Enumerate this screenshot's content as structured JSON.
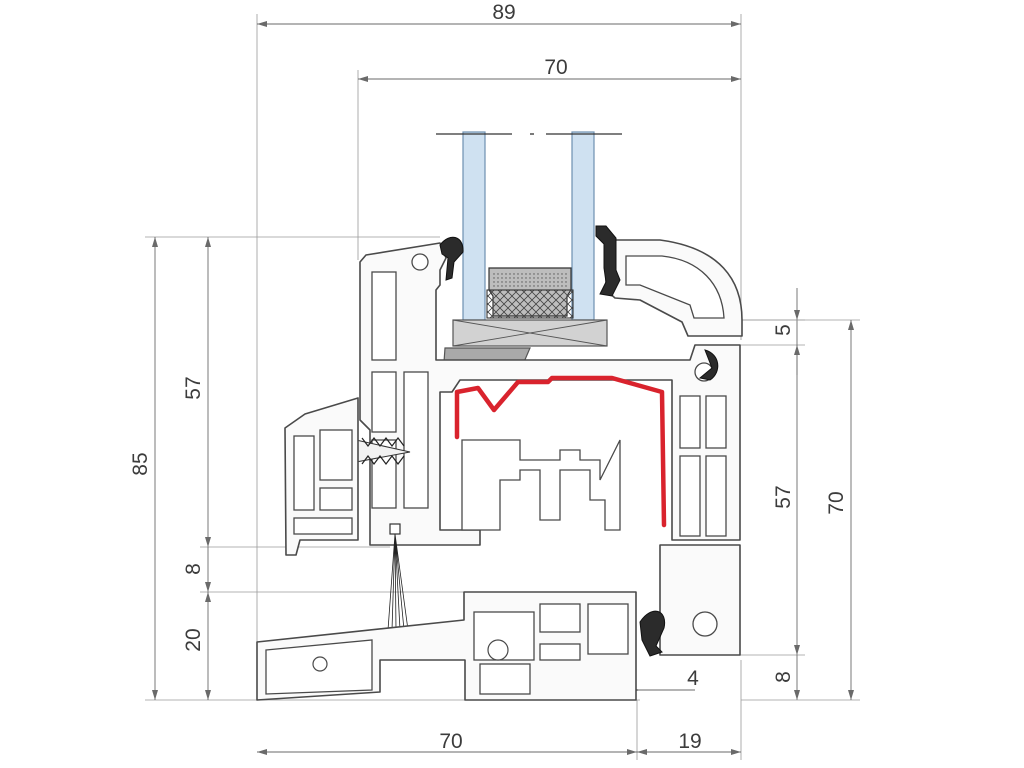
{
  "dimensions": {
    "top_overall": "89",
    "top_frame": "70",
    "left_overall": "85",
    "left_sash": "57",
    "left_gap": "8",
    "left_sill": "20",
    "right_overlap": "5",
    "right_sash": "57",
    "right_frame": "70",
    "right_bottom": "8",
    "right_step": "4",
    "bottom_frame": "70",
    "bottom_sill_ext": "19"
  },
  "colors": {
    "reinforcement": "#d9232d",
    "glass": "#cfe1f1",
    "gasket": "#2b2b2b",
    "profile_outline": "#4a4a4a"
  }
}
